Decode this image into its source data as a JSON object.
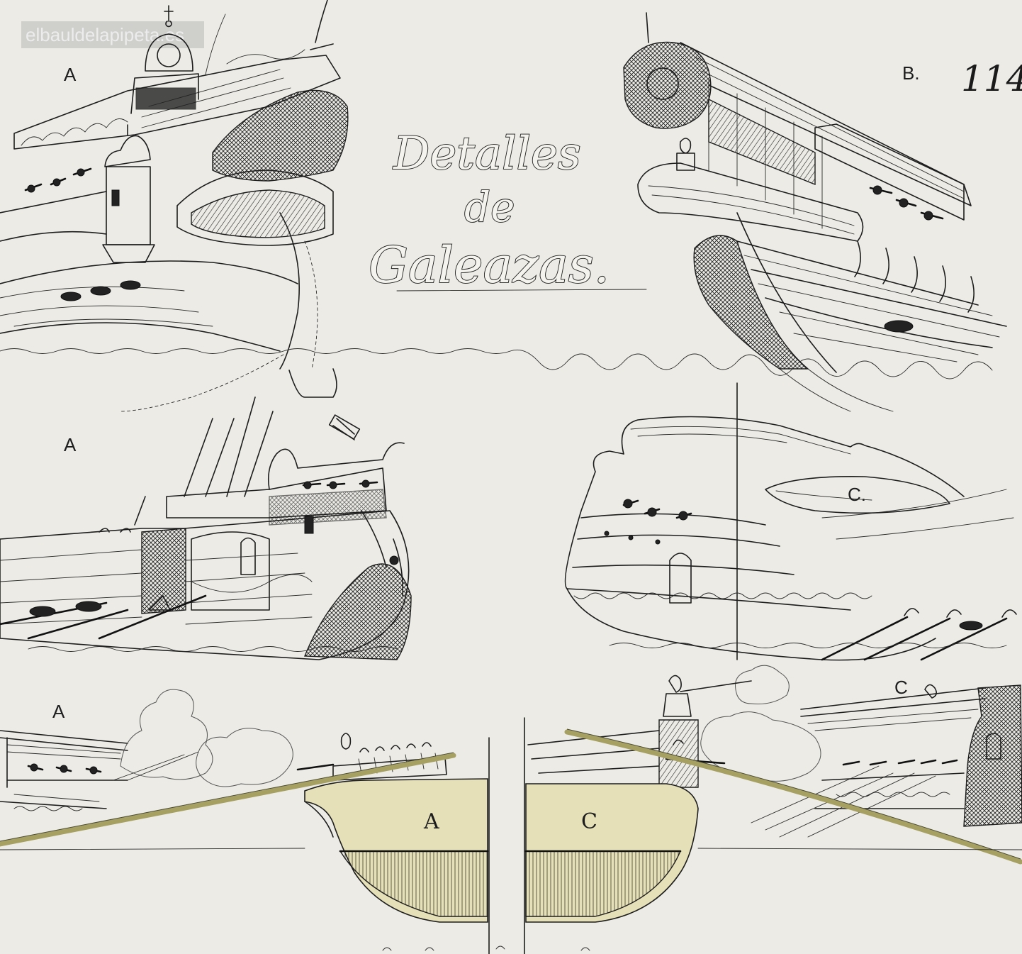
{
  "watermark": "elbauldelapipeta.es",
  "plate_number": "114",
  "title": {
    "line1": "Detalles",
    "line2": "de",
    "line3": "Galeazas."
  },
  "figure_labels": {
    "top_left": "A",
    "top_right": "B.",
    "mid_left": "A",
    "mid_right": "C.",
    "bottom_left": "A",
    "bottom_right": "C",
    "section_left": "A",
    "section_right": "C"
  },
  "colors": {
    "paper": "#ecebe6",
    "ink": "#1d1d1d",
    "hull_wash": "#e6e0b8",
    "oar": "#a6a062"
  }
}
